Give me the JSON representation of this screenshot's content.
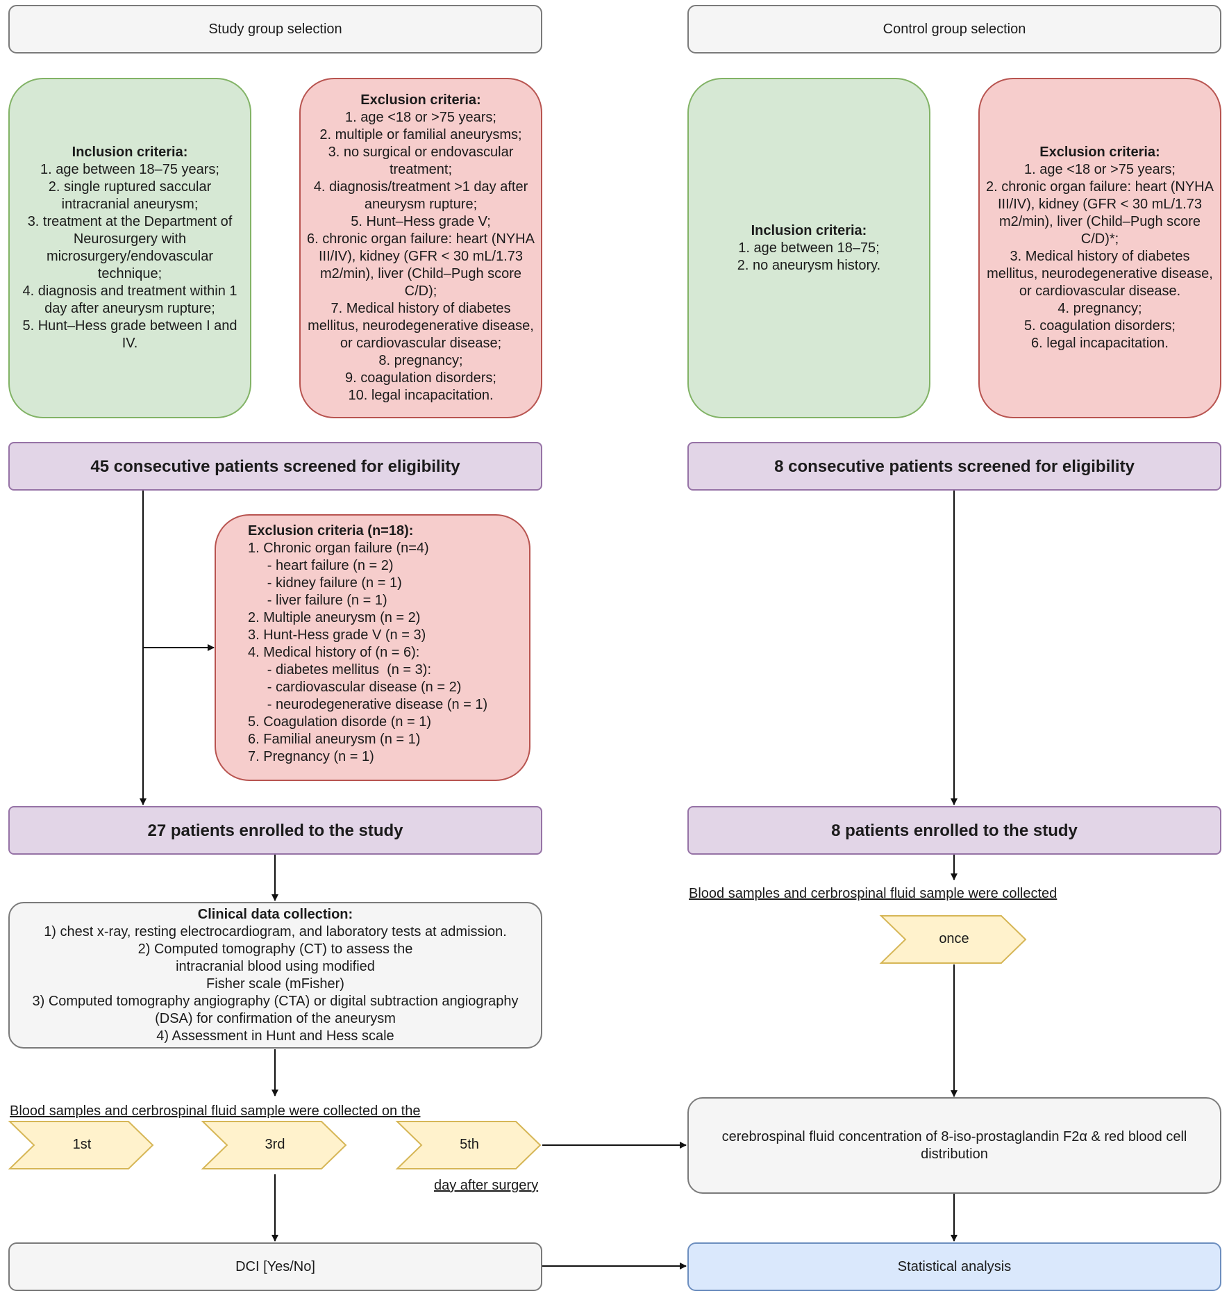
{
  "study": {
    "header": "Study group selection",
    "inclusion": {
      "title": "Inclusion criteria:",
      "lines": [
        "1. age between 18–75 years;",
        "2. single ruptured saccular",
        "intracranial aneurysm;",
        "3. treatment at the Department of",
        "Neurosurgery with",
        "microsurgery/endovascular",
        "technique;",
        "4. diagnosis and treatment within 1",
        "day after aneurysm rupture;",
        "5. Hunt–Hess grade between I and",
        "IV."
      ]
    },
    "exclusion": {
      "title": "Exclusion criteria:",
      "lines": [
        "1. age <18 or >75 years;",
        "2. multiple or familial aneurysms;",
        "3. no surgical or endovascular",
        "treatment;",
        "4. diagnosis/treatment >1 day after",
        "aneurysm rupture;",
        "5. Hunt–Hess grade V;",
        "6. chronic organ failure: heart (NYHA",
        "III/IV), kidney (GFR < 30 mL/1.73",
        "m2/min), liver (Child–Pugh score",
        "C/D);",
        "7. Medical history of diabetes",
        "mellitus, neurodegenerative disease,",
        "or cardiovascular disease;",
        "8. pregnancy;",
        "9. coagulation disorders;",
        "10. legal incapacitation."
      ]
    },
    "screened": "45 consecutive patients screened for eligibility",
    "excluded": {
      "title": "Exclusion criteria (n=18):",
      "lines": [
        "1. Chronic organ failure (n=4)",
        "     - heart failure (n = 2)",
        "     - kidney failure (n = 1)",
        "     - liver failure (n = 1)",
        "2. Multiple aneurysm (n = 2)",
        "3. Hunt-Hess grade V (n = 3)",
        "4. Medical history of (n = 6):",
        "     - diabetes mellitus  (n = 3):",
        "     - cardiovascular disease (n = 2)",
        "     - neurodegenerative disease (n = 1)",
        "5. Coagulation disorde (n = 1)",
        "6. Familial aneurysm (n = 1)",
        "7. Pregnancy (n = 1)"
      ]
    },
    "enrolled": "27 patients enrolled to the study",
    "clinical": {
      "title": "Clinical data collection:",
      "lines": [
        "1) chest x-ray, resting electrocardiogram, and laboratory tests at admission.",
        "2) Computed tomography (CT) to assess the",
        "intracranial blood using modified",
        "Fisher scale (mFisher)",
        "3) Computed tomography angiography (CTA) or digital subtraction angiography",
        "(DSA) for confirmation of the aneurysm",
        "4) Assessment in Hunt and Hess scale"
      ]
    },
    "samples_note": "Blood samples and cerbrospinal fluid sample were collected on the ",
    "days": [
      "1st",
      "3rd",
      "5th"
    ],
    "day_note": "day after surgery",
    "dci": "DCI [Yes/No]"
  },
  "control": {
    "header": "Control group selection",
    "inclusion": {
      "title": "Inclusion criteria:",
      "lines": [
        "1. age between 18–75;",
        "2. no aneurysm history."
      ]
    },
    "exclusion": {
      "title": "Exclusion criteria:",
      "lines": [
        "1. age <18 or >75 years;",
        "2. chronic organ failure: heart (NYHA",
        "III/IV), kidney (GFR < 30 mL/1.73",
        "m2/min), liver (Child–Pugh score",
        "C/D)*;",
        "3. Medical history of diabetes",
        "mellitus, neurodegenerative disease,",
        "or cardiovascular disease.",
        "4. pregnancy;",
        "5. coagulation disorders;",
        "6. legal incapacitation."
      ]
    },
    "screened": "8 consecutive patients screened for eligibility",
    "enrolled": "8 patients enrolled to the study",
    "samples_note": "Blood samples and cerbrospinal fluid sample were collected",
    "once": "once"
  },
  "outcome": {
    "measure": [
      "cerebrospinal fluid concentration of 8-iso-prostaglandin F2α & red blood cell",
      "distribution"
    ],
    "stats": "Statistical analysis"
  }
}
